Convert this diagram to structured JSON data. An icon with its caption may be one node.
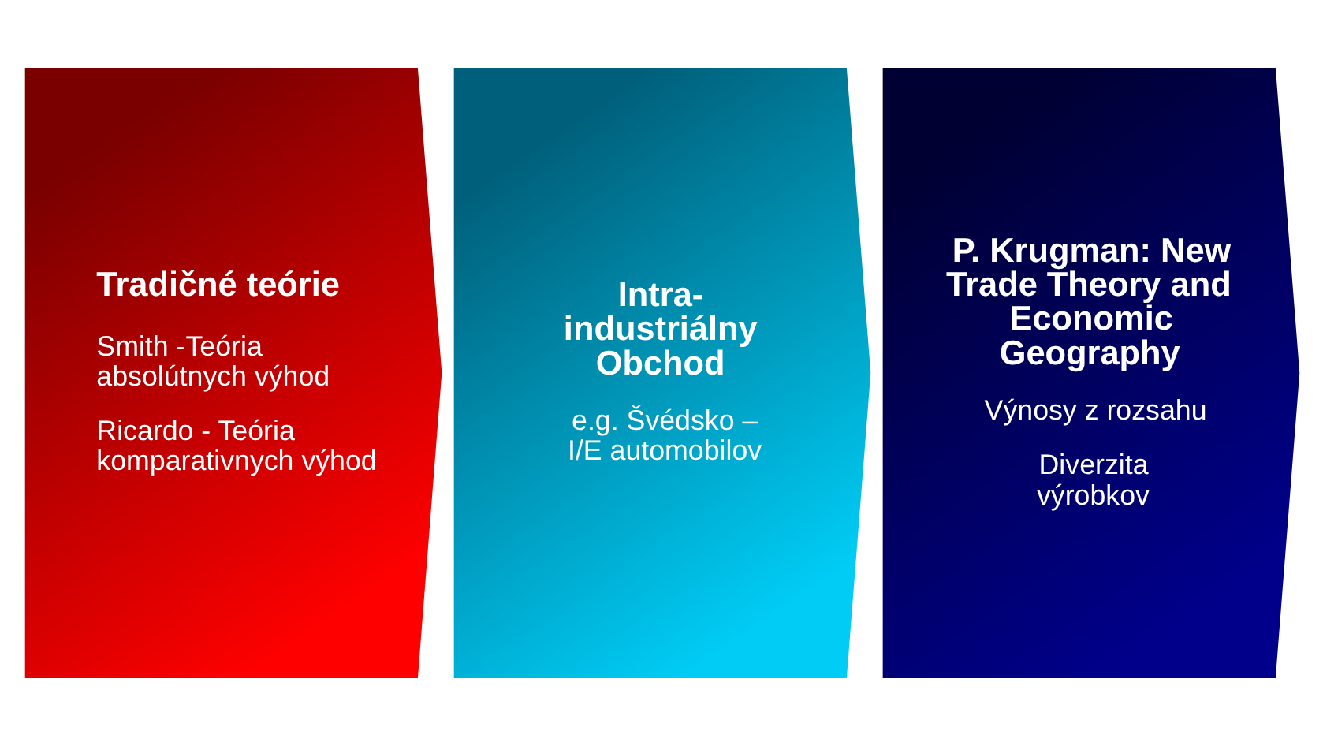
{
  "diagram": {
    "nodes": [
      {
        "text": [
          "Tradičné teórie",
          "Smith -Teória absolútnych výhod",
          "Ricardo - Teória komparativnych výhod"
        ]
      },
      {
        "text": [
          "Intra-industriálny Obchod",
          "e.g. Švédsko – I/E automobilov"
        ]
      },
      {
        "text": [
          "P. Krugman: New Trade Theory and Economic Geography",
          "Výnosy z rozsahu",
          "Diverzita výrobkov"
        ]
      }
    ]
  }
}
